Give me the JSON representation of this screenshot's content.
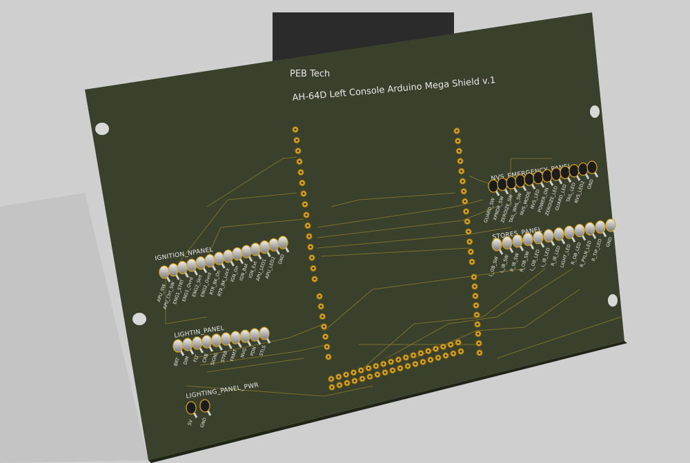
{
  "board": {
    "company": "PEB Tech",
    "title": "AH-64D Left Console Arduino Mega Shield v.1",
    "colors": {
      "soldermask": "#39402b",
      "pad": "#d9a520",
      "silk": "#e8e8e8",
      "background": "#cfcfcf"
    }
  },
  "connectors": [
    {
      "ref": "IGNITION_NPANEL",
      "pins": [
        "APU_SW",
        "APU_Ctrl_SW",
        "ENG1_STRT",
        "ENG1_Ovrd",
        "ENG2_Strt",
        "ENG2_Ovrd",
        "RTR_BK_On",
        "RTR_BK_Lock",
        "IGN_On",
        "IGN_Bat",
        "IGN_Ext",
        "APU_LED1",
        "APU_LED2",
        "GND"
      ]
    },
    {
      "ref": "NVS_EMERGENCY_PANEL",
      "pins": [
        "GUARD_SW",
        "XPNDR_SW",
        "ZEROIZE_SW",
        "TAIL_WHL_SW",
        "NVS_MODE",
        "NVS_LED",
        "POWER_ON",
        "ZEROIZE_LED",
        "GUARD_LED",
        "TAIL_LED",
        "NVS_LED2",
        "GND"
      ]
    },
    {
      "ref": "STORES_PANEL",
      "pins": [
        "L_OB_SW",
        "L_IB_SW",
        "R_IB_SW",
        "R_OB_SW",
        "L_OB_LED",
        "L_IB_LED",
        "R_IB_LED",
        "LIGHT_LED",
        "R_OB_LED",
        "R_PYLN_LED",
        "R_TIP_LED",
        "GND"
      ]
    },
    {
      "ref": "LIGHTIN_PANEL",
      "pins": [
        "BRT",
        "DIM",
        "FLT",
        "CRB",
        "SIGNL",
        "STRB",
        "FRMT",
        "NVG",
        "PDN",
        "STLS"
      ]
    },
    {
      "ref": "LIGHTING_PANEL_PWR",
      "pins": [
        "5V",
        "GND"
      ]
    }
  ]
}
